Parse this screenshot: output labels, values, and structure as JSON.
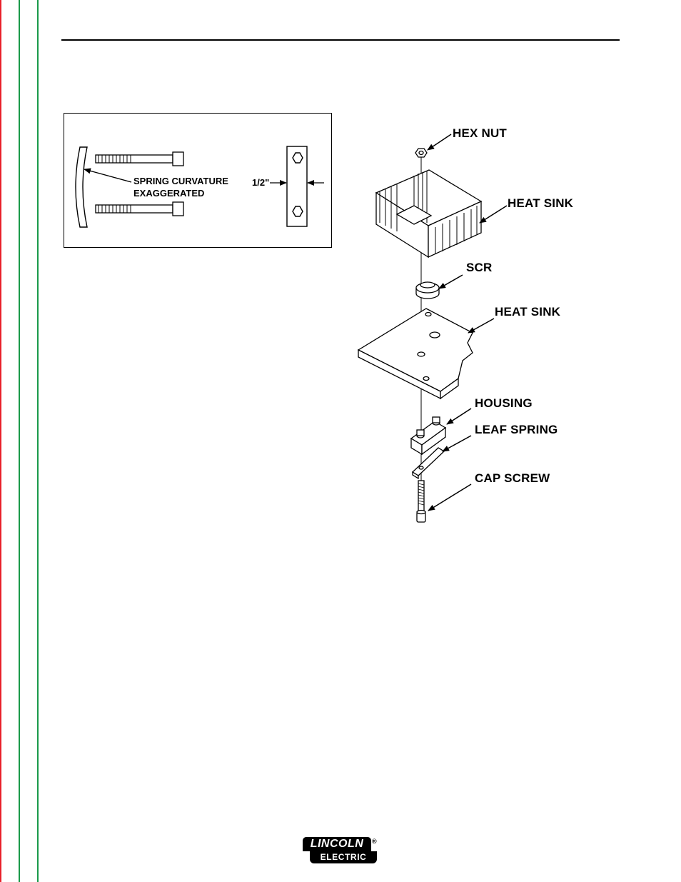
{
  "callouts": {
    "hex_nut": "HEX NUT",
    "heat_sink_top": "HEAT SINK",
    "scr": "SCR",
    "heat_sink_bottom": "HEAT SINK",
    "housing": "HOUSING",
    "leaf_spring": "LEAF SPRING",
    "cap_screw": "CAP SCREW"
  },
  "inset": {
    "spring_note_line1": "SPRING CURVATURE",
    "spring_note_line2": "EXAGGERATED",
    "dimension": "1/2\""
  },
  "logo": {
    "top": "LINCOLN",
    "bottom": "ELECTRIC",
    "registered": "®"
  },
  "colors": {
    "margin_red": "#e8202a",
    "margin_green": "#1a9a4a"
  }
}
